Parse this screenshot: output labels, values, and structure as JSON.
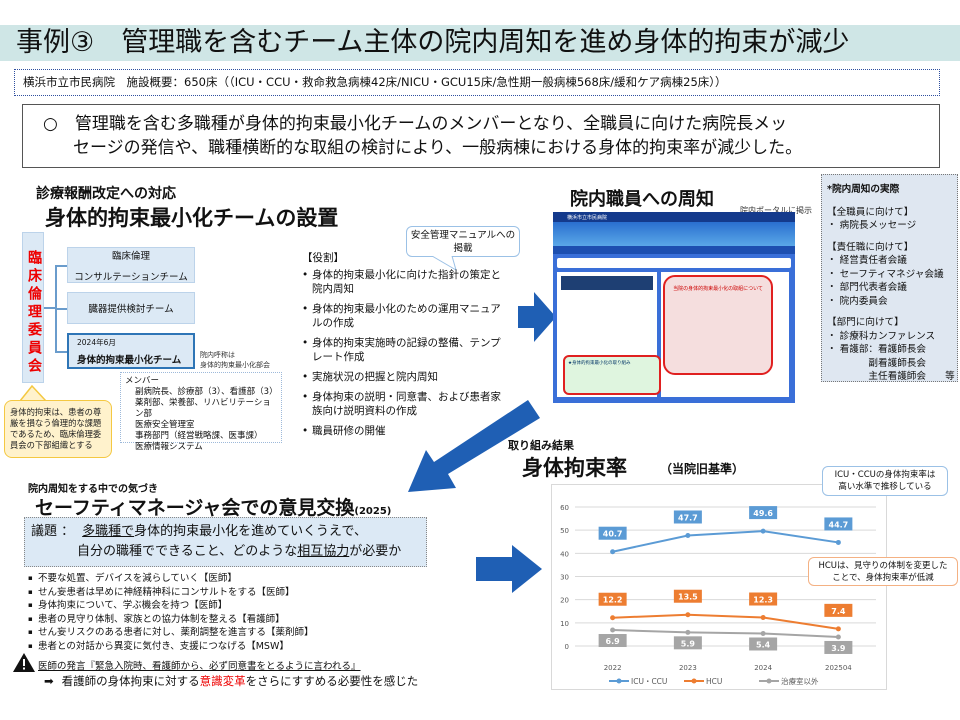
{
  "title": "事例③　管理職を含むチーム主体の院内周知を進め身体的拘束が減少",
  "facility": "横浜市立市民病院　施設概要：650床（（ICU・CCU・救命救急病棟42床/NICU・GCU15床/急性期一般病棟568床/緩和ケア病棟25床））",
  "summary": {
    "line1": "○　管理職を含む多職種が身体的拘束最小化チームのメンバーとなり、全職員に向けた病院長メッ",
    "line2": "セージの発信や、職種横断的な取組の検討により、一般病棟における身体的拘束率が減少した。"
  },
  "team_section": {
    "subtitle": "診療報酬改定への対応",
    "heading": "身体的拘束最小化チームの設置",
    "committee": "臨床倫理委員会",
    "teams": [
      {
        "line1": "臨床倫理",
        "line2": "コンサルテーションチーム"
      },
      {
        "line1": "臓器提供検討チーム"
      },
      {
        "date": "2024年6月",
        "line1": "身体的拘束最小化チーム"
      }
    ],
    "alias": {
      "line1": "院内呼称は",
      "line2": "身体的拘束最小化部会"
    },
    "members_label": "メンバー",
    "members": [
      "副病院長、診療部（3）、看護部（3）",
      "薬剤部、栄養部、リハビリテーション部",
      "医療安全管理室",
      "事務部門（経営戦略課、医事課）",
      "医療情報システム"
    ],
    "note": "身体的拘束は、患者の尊厳を損なう倫理的な課題であるため、臨床倫理委員会の下部組織とする",
    "manual_callout": {
      "line1": "安全管理マニュアルへの",
      "line2": "掲載"
    },
    "roles_label": "【役割】",
    "roles": [
      "身体的拘束最小化に向けた指針の策定と院内周知",
      "身体的拘束最小化のための運用マニュアルの作成",
      "身体的拘束実施時の記録の整備、テンプレート作成",
      "実施状況の把握と院内周知",
      "身体拘束の説明・同意書、および患者家族向け説明資料の作成",
      "職員研修の開催"
    ]
  },
  "notice_section": {
    "heading": "院内職員への周知",
    "portal_caption": "院内ポータルに掲示",
    "portal_site": "横浜市立市民病院",
    "portal_message_title": "当院の身体的拘束最小化の取組について",
    "portal_corner": "★身体的拘束最小化の取り組み",
    "practice": {
      "title": "*院内周知の実際",
      "groups": [
        {
          "label": "【全職員に向けて】",
          "items": [
            "・ 病院長メッセージ"
          ]
        },
        {
          "label": "【責任職に向けて】",
          "items": [
            "・ 経営責任者会議",
            "・ セーフティマネジャ会議",
            "・ 部門代表者会議",
            "・ 院内委員会"
          ]
        },
        {
          "label": "【部門に向けて】",
          "items": [
            "・ 診療科カンファレンス",
            "・ 看護部：看護師長会",
            "　　　　 副看護師長会",
            "　　　　 主任看護師会　　等"
          ]
        }
      ]
    }
  },
  "meeting_section": {
    "subtitle": "院内周知をする中での気づき",
    "heading": "セーフティマネージャ会での意見交換",
    "year": "(2025)",
    "agenda_label": "議題 ：",
    "agenda_u1": "多職種で",
    "agenda_l1": "身体的拘束最小化を進めていくうえで、",
    "agenda_l2a": "自分の職種でできること、どのような",
    "agenda_u2": "相互協力",
    "agenda_l2b": "が必要か",
    "opinions": [
      "不要な処置、デバイスを減らしていく【医師】",
      "せん妄患者は早めに神経精神科にコンサルトをする【医師】",
      "身体拘束について、学ぶ機会を持つ【医師】",
      "患者の見守り体制、家族との協力体制を整える【看護師】",
      "せん妄リスクのある患者に対し、薬剤調整を進言する【薬剤師】",
      "患者との対話から異変に気付き、支援につなげる【MSW】"
    ],
    "warning": "医師の発言『緊急入院時、看護師から、必ず同意書をとるように言われる』",
    "conclusion_a": "看護師の身体拘束に対する",
    "conclusion_em": "意識変革",
    "conclusion_b": "をさらにすすめる必要性を感じた"
  },
  "results_section": {
    "subtitle": "取り組み結果",
    "heading": "身体拘束率",
    "basis": "（当院旧基準）",
    "callout_icu": {
      "line1": "ICU・CCUの身体拘束率は",
      "line2": "高い水準で推移している"
    },
    "callout_hcu": {
      "line1": "HCUは、見守りの体制を変更した",
      "line2": "ことで、身体拘束率が低減"
    }
  },
  "chart_data": {
    "type": "line",
    "categories": [
      "2022",
      "2023",
      "2024",
      "202504"
    ],
    "ylim": [
      0,
      60
    ],
    "yticks": [
      "0",
      "10",
      "20",
      "30",
      "40",
      "50",
      "60"
    ],
    "series": [
      {
        "name": "ICU・CCU",
        "color": "#5b9bd5",
        "values": [
          40.7,
          47.7,
          49.6,
          44.7
        ]
      },
      {
        "name": "HCU",
        "color": "#ed7d31",
        "values": [
          12.2,
          13.5,
          12.3,
          7.4
        ]
      },
      {
        "name": "治療室以外",
        "color": "#a5a5a5",
        "values": [
          6.9,
          5.9,
          5.4,
          3.9
        ]
      }
    ],
    "grid": true,
    "legend": "bottom"
  },
  "colors": {
    "accent_blue": "#1f5fb4",
    "red": "#e00000",
    "teal_band": "#cfe6e6"
  }
}
